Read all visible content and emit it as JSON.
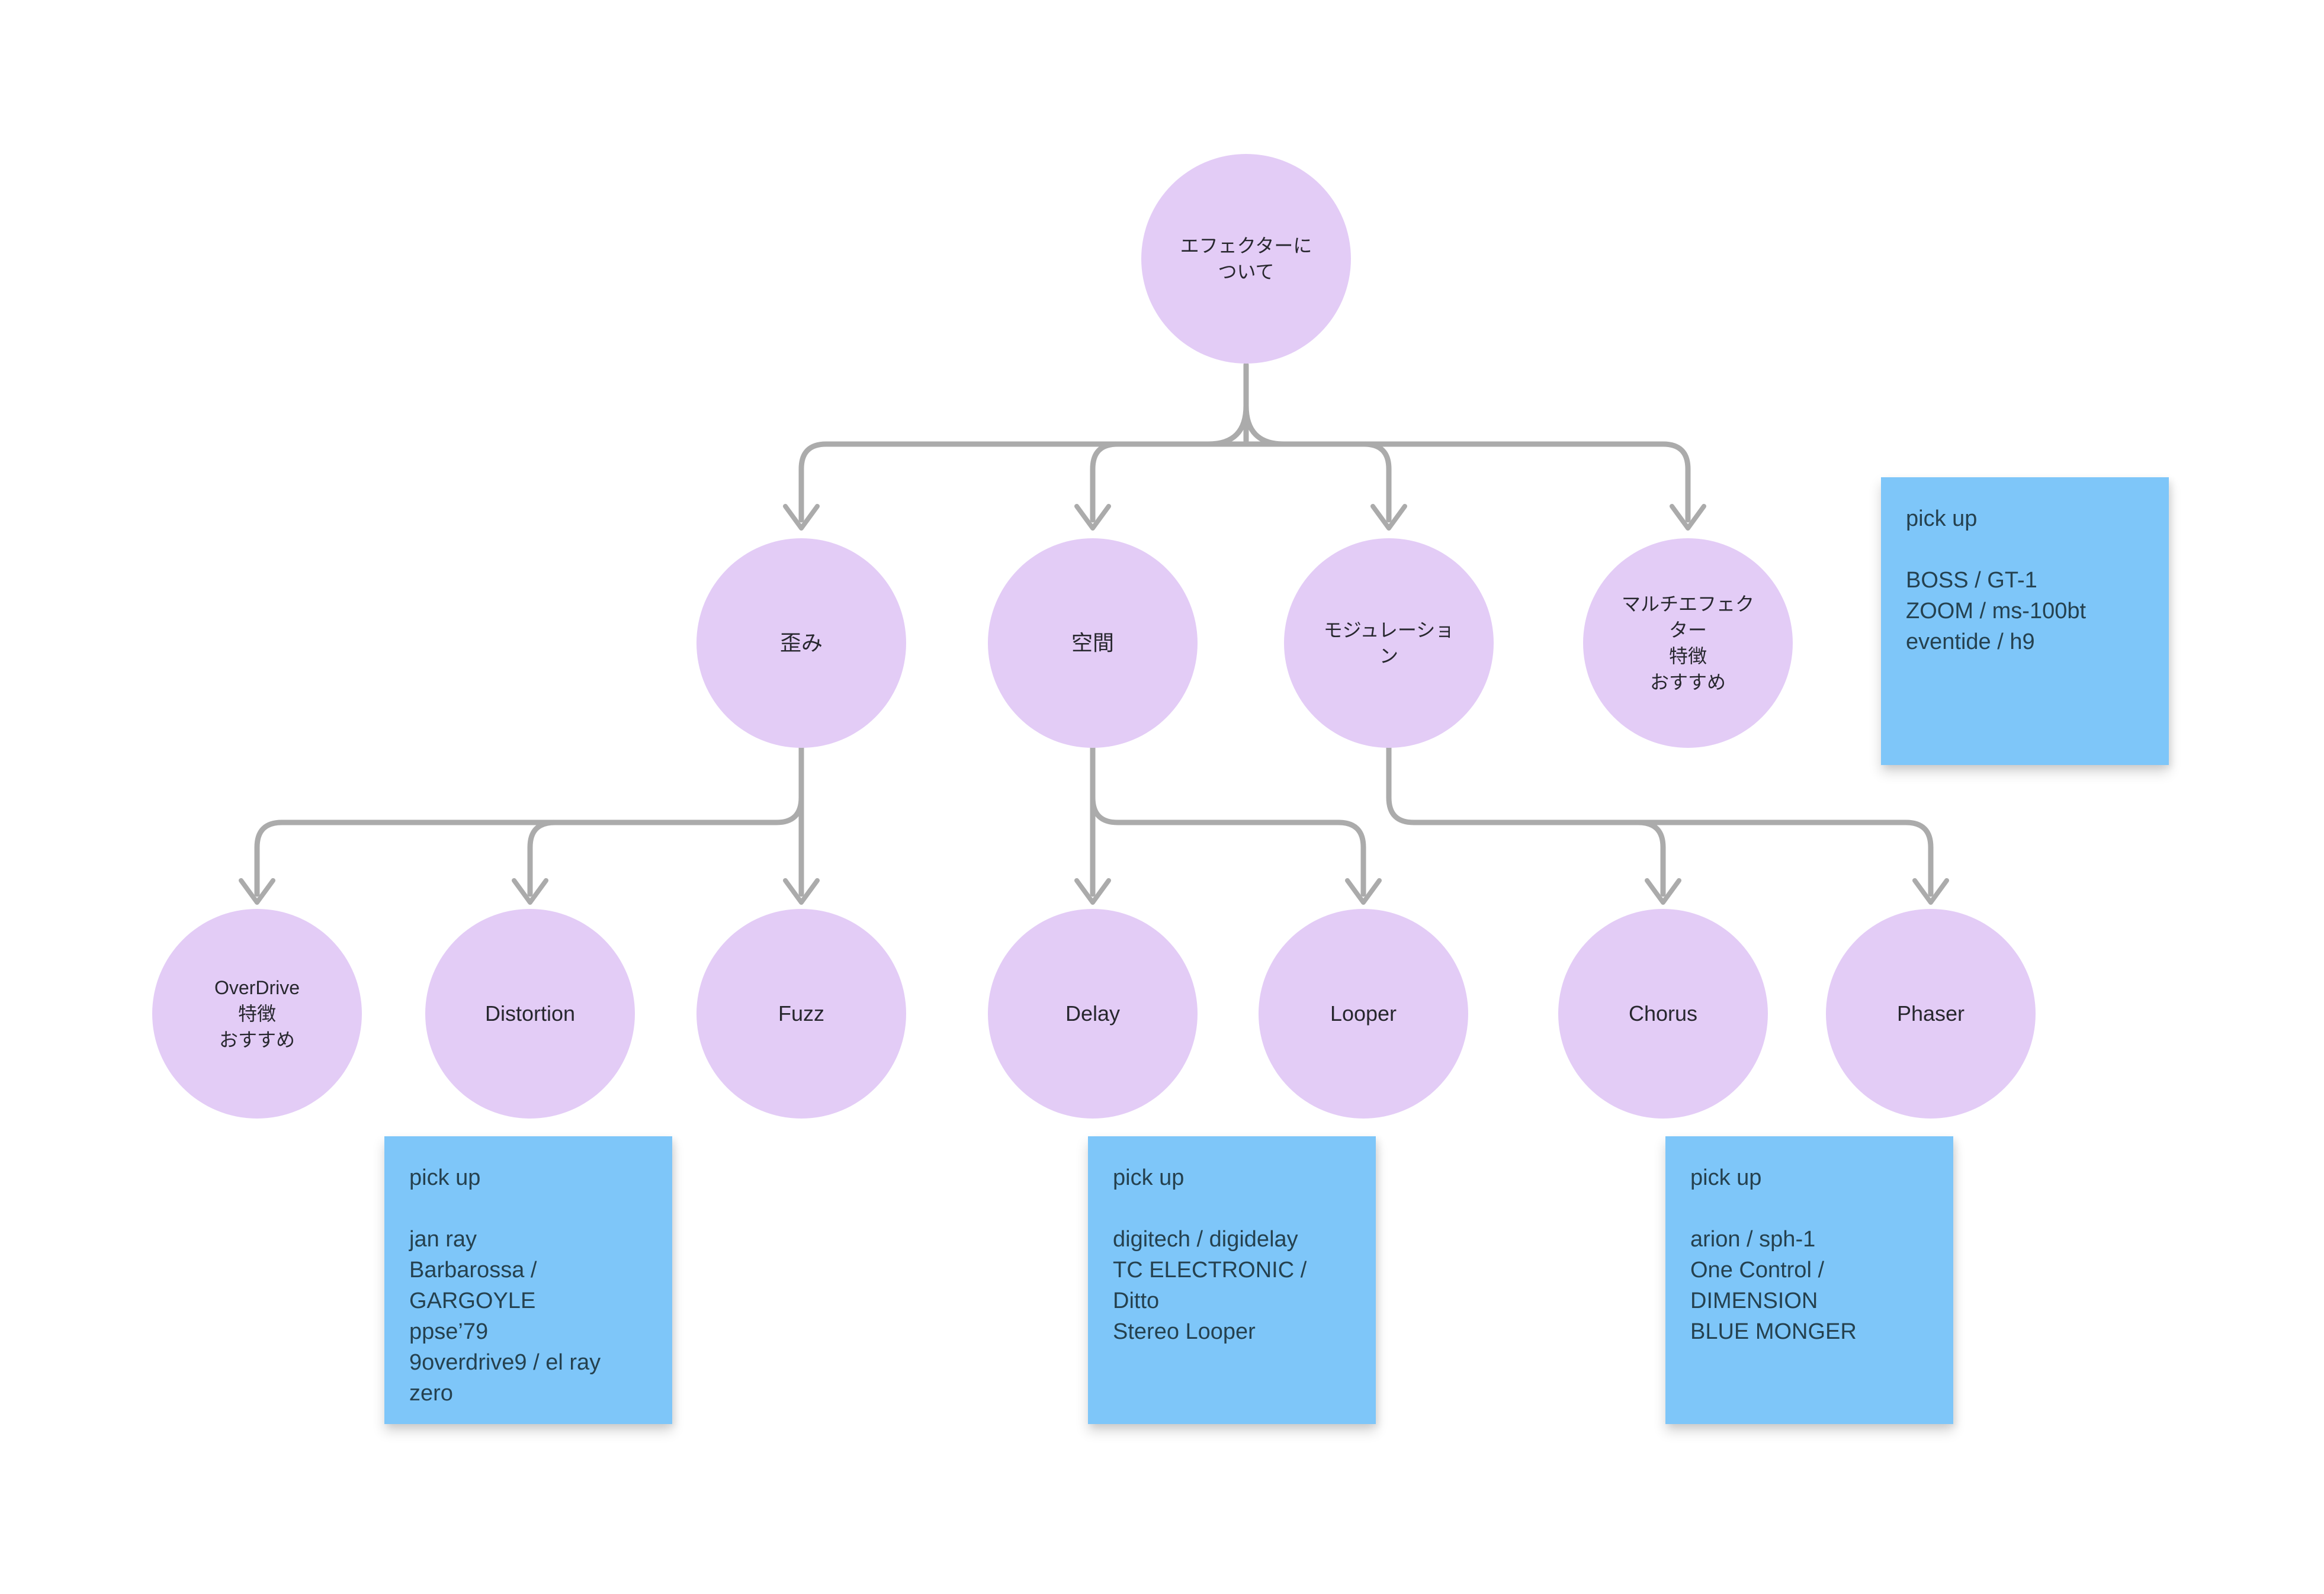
{
  "diagram": {
    "root": {
      "label": "エフェクターに\nついて"
    },
    "level2": {
      "hizumi": {
        "label": "歪み"
      },
      "kukan": {
        "label": "空間"
      },
      "modulation": {
        "label": "モジュレーショ\nン"
      },
      "multi": {
        "label": "マルチエフェク\nター\n特徴\nおすすめ"
      }
    },
    "level3": {
      "overdrive": {
        "label": "OverDrive\n特徴\nおすすめ"
      },
      "distortion": {
        "label": "Distortion"
      },
      "fuzz": {
        "label": "Fuzz"
      },
      "delay": {
        "label": "Delay"
      },
      "looper": {
        "label": "Looper"
      },
      "chorus": {
        "label": "Chorus"
      },
      "phaser": {
        "label": "Phaser"
      }
    },
    "stickies": {
      "multi_pickup": {
        "title": "pick up",
        "body": "BOSS / GT-1\nZOOM / ms-100bt\neventide / h9"
      },
      "distortion_pickup": {
        "title": "pick up",
        "body": "jan ray\nBarbarossa / GARGOYLE\nppse’79\n9overdrive9 / el ray zero"
      },
      "delay_pickup": {
        "title": "pick up",
        "body": "digitech / digidelay\nTC ELECTRONIC / Ditto\nStereo Looper"
      },
      "chorus_pickup": {
        "title": "pick up",
        "body": "arion / sph-1\nOne Control / DIMENSION\nBLUE MONGER"
      }
    },
    "colors": {
      "canvas_bg": "#FFFFFF",
      "node_fill": "#E3CCF6",
      "sticky_fill": "#7EC6F9",
      "connector": "#ABABAB",
      "node_text": "#27272E",
      "sticky_text": "#25414F"
    }
  }
}
